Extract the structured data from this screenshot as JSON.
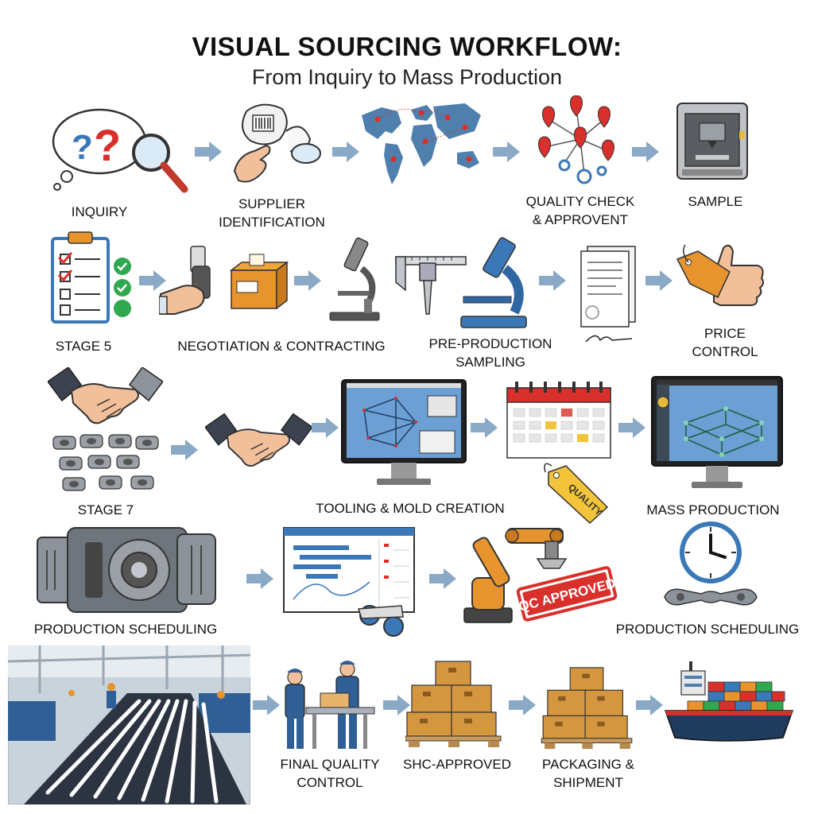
{
  "header": {
    "title": "VISUAL SOURCING WORKFLOW:",
    "subtitle": "From Inquiry to Mass Production"
  },
  "steps": {
    "inquiry": "INQUIRY",
    "supplier_identification": [
      "SUPPLIER",
      "IDENTIFICATION"
    ],
    "quality_check": [
      "QUALITY CHECK",
      "& APPROVENT"
    ],
    "sample": "SAMPLE",
    "stage5": "STAGE 5",
    "negotiation": "NEGOTIATION & CONTRACTING",
    "pre_production": [
      "PRE-PRODUCTION",
      "SAMPLING"
    ],
    "price_control": [
      "PRICE",
      "CONTROL"
    ],
    "stage7": "STAGE 7",
    "tooling": "TOOLING & MOLD CREATION",
    "mass_production": "MASS PRODUCTION",
    "production_scheduling_left": "PRODUCTION SCHEDULING",
    "production_scheduling_right": "PRODUCTION SCHEDULING",
    "final_quality": [
      "FINAL QUALITY",
      "CONTROL"
    ],
    "shc_approved": "SHC-APPROVED",
    "packaging": [
      "PACKAGING &",
      "SHIPMENT"
    ]
  },
  "icon_text": {
    "question_marks": "?",
    "quality_tag": "QUALITY",
    "qc_stamp": "QC APPROVED"
  },
  "colors": {
    "arrow": "#8aa9c6",
    "accent_blue": "#3b78b8",
    "accent_red": "#d9302c",
    "accent_orange": "#e8942e",
    "screen_blue": "#6c9fd4"
  }
}
